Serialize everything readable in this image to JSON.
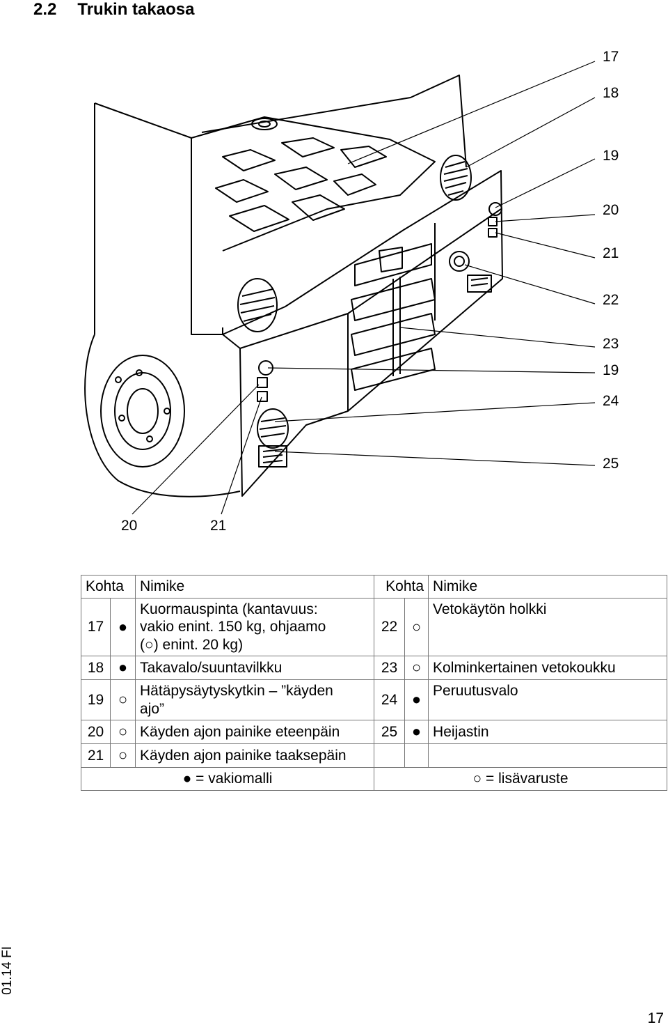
{
  "section": {
    "number": "2.2",
    "title": "Trukin takaosa"
  },
  "callouts": [
    "17",
    "18",
    "19",
    "20",
    "21",
    "22",
    "23",
    "19",
    "24",
    "25",
    "20",
    "21"
  ],
  "table": {
    "header": {
      "col1": "Kohta",
      "col2": "Nimike",
      "col3": "Kohta",
      "col4": "Nimike"
    },
    "rows": [
      {
        "l_num": "17",
        "l_sym": "●",
        "l_name_lines": [
          "Kuormauspinta (kantavuus:",
          "vakio enint. 150 kg, ohjaamo",
          "(○) enint. 20 kg)"
        ],
        "r_num": "22",
        "r_sym": "○",
        "r_name": "Vetokäytön holkki"
      },
      {
        "l_num": "18",
        "l_sym": "●",
        "l_name": "Takavalo/suuntavilkku",
        "r_num": "23",
        "r_sym": "○",
        "r_name": "Kolminkertainen vetokoukku"
      },
      {
        "l_num": "19",
        "l_sym": "○",
        "l_name_lines": [
          "Hätäpysäytyskytkin – ”käyden",
          "ajo”"
        ],
        "r_num": "24",
        "r_sym": "●",
        "r_name": "Peruutusvalo"
      },
      {
        "l_num": "20",
        "l_sym": "○",
        "l_name": "Käyden ajon painike eteenpäin",
        "r_num": "25",
        "r_sym": "●",
        "r_name": "Heijastin"
      },
      {
        "l_num": "21",
        "l_sym": "○",
        "l_name": "Käyden ajon painike taaksepäin",
        "r_num": "",
        "r_sym": "",
        "r_name": ""
      }
    ],
    "legend": {
      "standard": "● = vakiomalli",
      "optional": "○ = lisävaruste"
    }
  },
  "footer": {
    "revision": "01.14 FI",
    "page": "17"
  }
}
